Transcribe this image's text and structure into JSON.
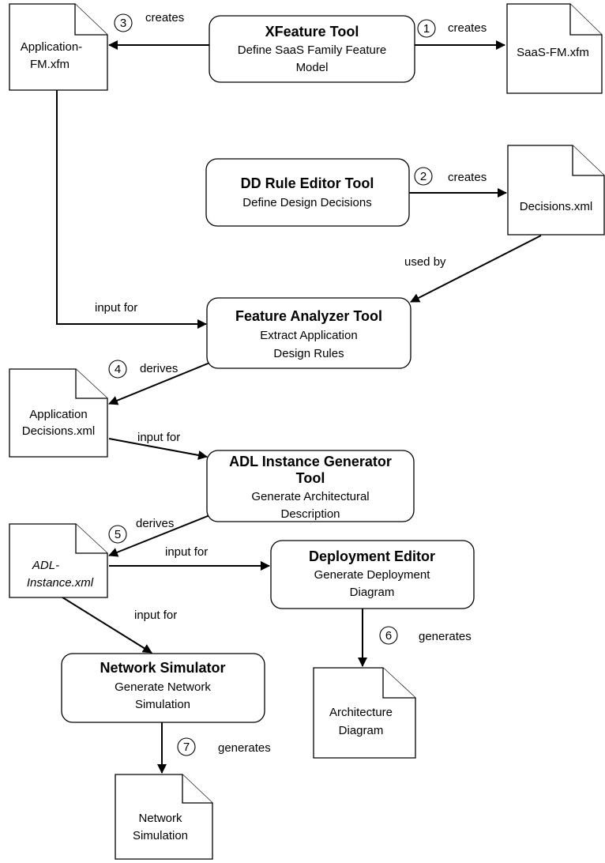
{
  "tools": {
    "xfeature": {
      "title": "XFeature Tool",
      "line1": "Define SaaS Family Feature",
      "line2": "Model"
    },
    "dd_rule_editor": {
      "title": "DD Rule Editor Tool",
      "line1": "Define Design Decisions"
    },
    "feature_analyzer": {
      "title": "Feature Analyzer Tool",
      "line1": "Extract Application",
      "line2": "Design Rules"
    },
    "adl_generator": {
      "title1": "ADL Instance Generator",
      "title2": "Tool",
      "line1": "Generate Architectural",
      "line2": "Description"
    },
    "deployment_editor": {
      "title": "Deployment Editor",
      "line1": "Generate Deployment",
      "line2": "Diagram"
    },
    "network_simulator": {
      "title": "Network Simulator",
      "line1": "Generate Network",
      "line2": "Simulation"
    }
  },
  "documents": {
    "application_fm": {
      "line1": "Application-",
      "line2": "FM.xfm"
    },
    "saas_fm": {
      "line1": "SaaS-FM.xfm"
    },
    "decisions": {
      "line1": "Decisions.xml"
    },
    "application_decisions": {
      "line1": "Application",
      "line2": "Decisions.xml"
    },
    "adl_instance": {
      "line1": "ADL-",
      "line2": "Instance.xml"
    },
    "architecture_diagram": {
      "line1": "Architecture",
      "line2": "Diagram"
    },
    "network_simulation": {
      "line1": "Network",
      "line2": "Simulation"
    }
  },
  "edges": {
    "xfeature_creates_saas": {
      "step": "1",
      "label": "creates"
    },
    "dd_creates_decisions": {
      "step": "2",
      "label": "creates"
    },
    "xfeature_creates_appfm": {
      "step": "3",
      "label": "creates"
    },
    "analyzer_derives_appdec": {
      "step": "4",
      "label": "derives"
    },
    "generator_derives_adl": {
      "step": "5",
      "label": "derives"
    },
    "deployment_generates_arch": {
      "step": "6",
      "label": "generates"
    },
    "simulator_generates_net": {
      "step": "7",
      "label": "generates"
    },
    "decisions_used_by_analyzer": {
      "label": "used by"
    },
    "appfm_input_for_analyzer": {
      "label": "input for"
    },
    "appdec_input_for_generator": {
      "label": "input for"
    },
    "adl_input_for_deployment": {
      "label": "input for"
    },
    "adl_input_for_simulator": {
      "label": "input for"
    }
  }
}
